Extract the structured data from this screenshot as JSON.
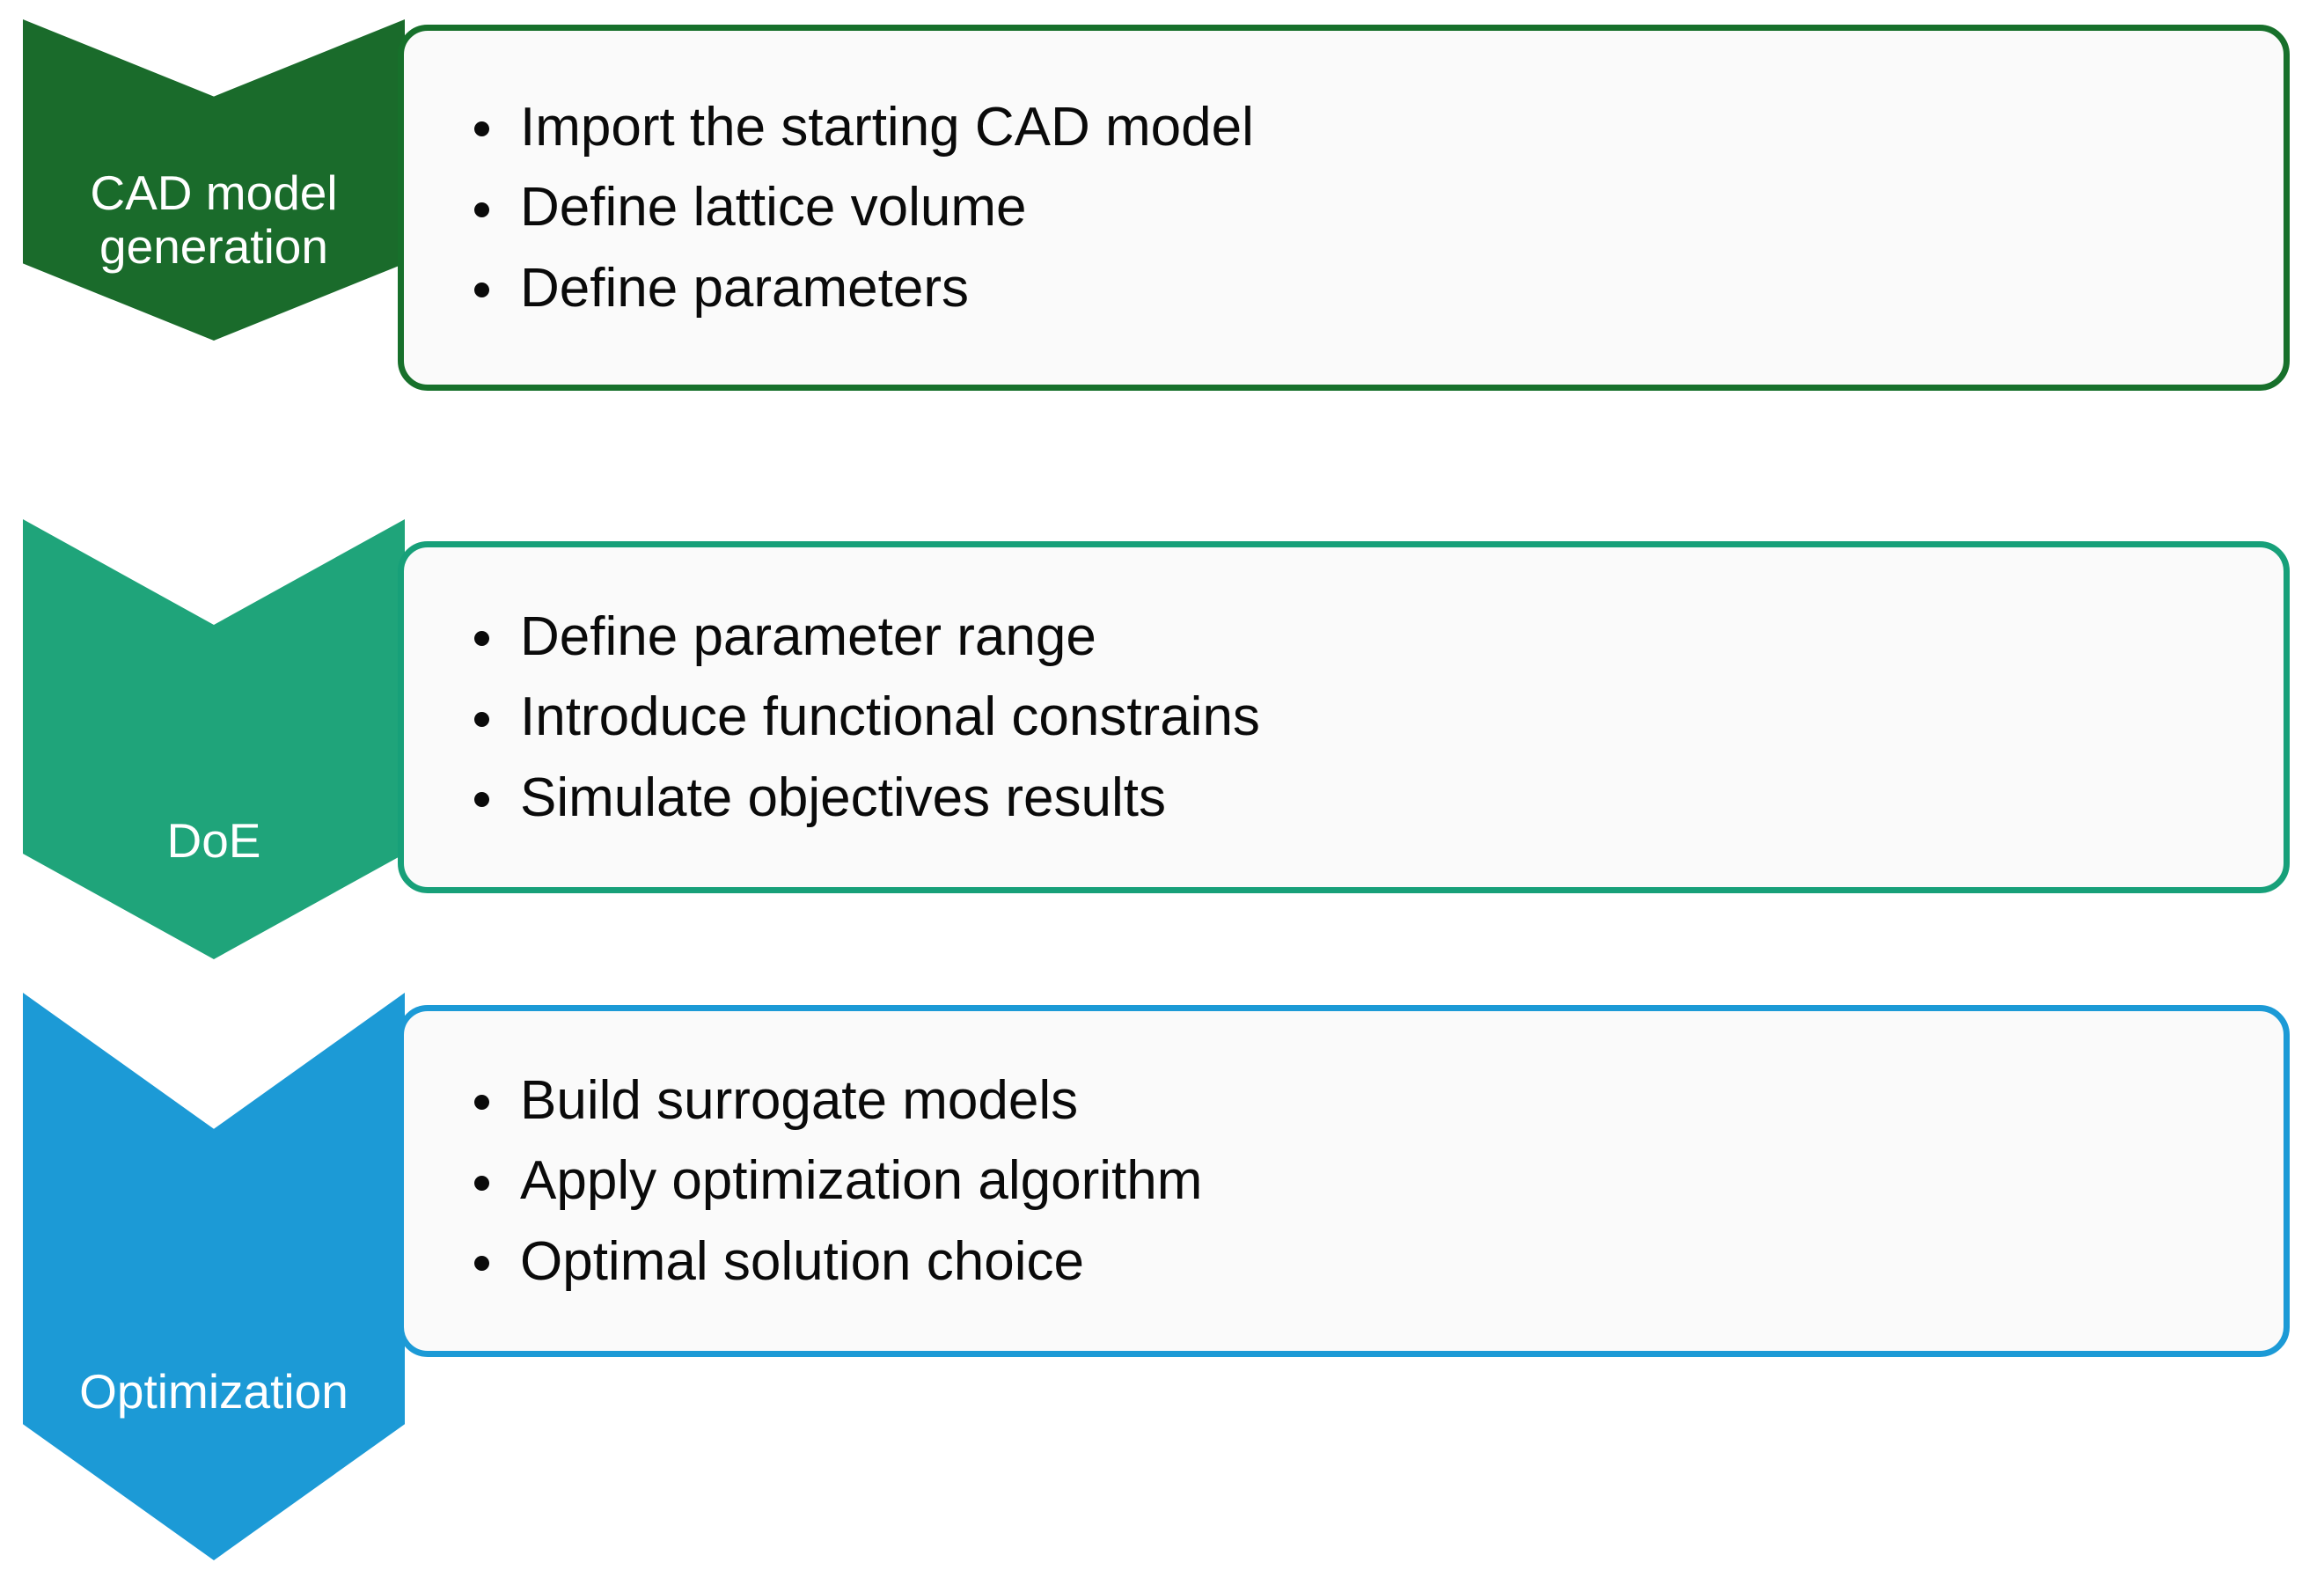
{
  "diagram": {
    "type": "process-flow-chevrons",
    "background_color": "#FFFFFF",
    "stages": [
      {
        "id": "cad-model-generation",
        "label": "CAD model\ngeneration",
        "chevron_color": "#1A6B2B",
        "box_border_color": "#17702B",
        "box_fill_color": "#FAFAFA",
        "items": [
          "Import the starting CAD model",
          "Define lattice volume",
          "Define parameters"
        ]
      },
      {
        "id": "doe",
        "label": "DoE",
        "chevron_color": "#1FA47A",
        "box_border_color": "#17A079",
        "box_fill_color": "#FAFAFA",
        "items": [
          "Define parameter range",
          "Introduce functional constrains",
          "Simulate objectives results"
        ]
      },
      {
        "id": "optimization",
        "label": "Optimization",
        "chevron_color": "#1C9AD6",
        "box_border_color": "#1C9AD6",
        "box_fill_color": "#FAFAFA",
        "items": [
          "Build surrogate models",
          "Apply optimization algorithm",
          "Optimal solution choice"
        ]
      }
    ]
  }
}
